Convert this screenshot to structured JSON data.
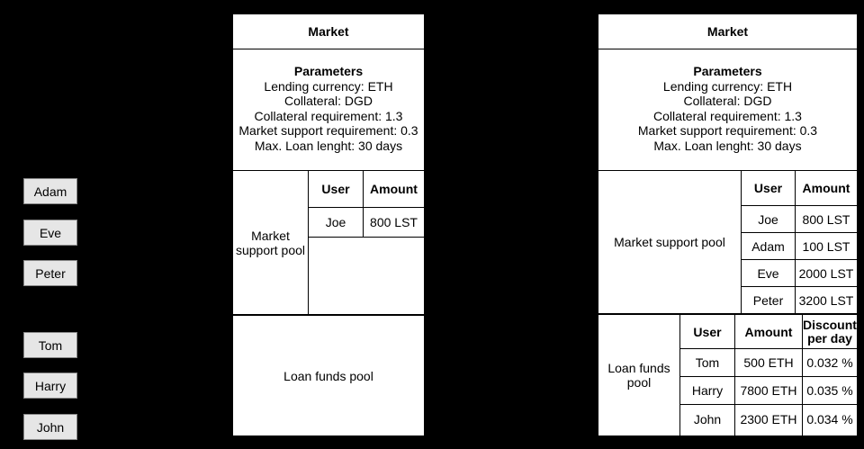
{
  "users": [
    {
      "name": "Adam"
    },
    {
      "name": "Eve"
    },
    {
      "name": "Peter"
    },
    {
      "name": "Tom"
    },
    {
      "name": "Harry"
    },
    {
      "name": "John"
    }
  ],
  "left_market": {
    "title": "Market",
    "params_heading": "Parameters",
    "params": [
      "Lending currency: ETH",
      "Collateral: DGD",
      "Collateral requirement: 1.3",
      "Market support requirement: 0.3",
      "Max. Loan lenght: 30 days"
    ],
    "support_label": "Market support pool",
    "support_headers": {
      "user": "User",
      "amount": "Amount"
    },
    "support_rows": [
      {
        "user": "Joe",
        "amount": "800 LST"
      }
    ],
    "loan_label": "Loan funds pool"
  },
  "right_market": {
    "title": "Market",
    "params_heading": "Parameters",
    "params": [
      "Lending currency: ETH",
      "Collateral: DGD",
      "Collateral requirement: 1.3",
      "Market support requirement: 0.3",
      "Max. Loan lenght: 30 days"
    ],
    "support_label": "Market support pool",
    "support_headers": {
      "user": "User",
      "amount": "Amount"
    },
    "support_rows": [
      {
        "user": "Joe",
        "amount": "800 LST"
      },
      {
        "user": "Adam",
        "amount": "100 LST"
      },
      {
        "user": "Eve",
        "amount": "2000 LST"
      },
      {
        "user": "Peter",
        "amount": "3200 LST"
      }
    ],
    "loan_label": "Loan funds pool",
    "loan_headers": {
      "user": "User",
      "amount": "Amount",
      "discount": "Discount per day"
    },
    "loan_rows": [
      {
        "user": "Tom",
        "amount": "500 ETH",
        "discount": "0.032 %"
      },
      {
        "user": "Harry",
        "amount": "7800 ETH",
        "discount": "0.035 %"
      },
      {
        "user": "John",
        "amount": "2300 ETH",
        "discount": "0.034 %"
      }
    ]
  }
}
